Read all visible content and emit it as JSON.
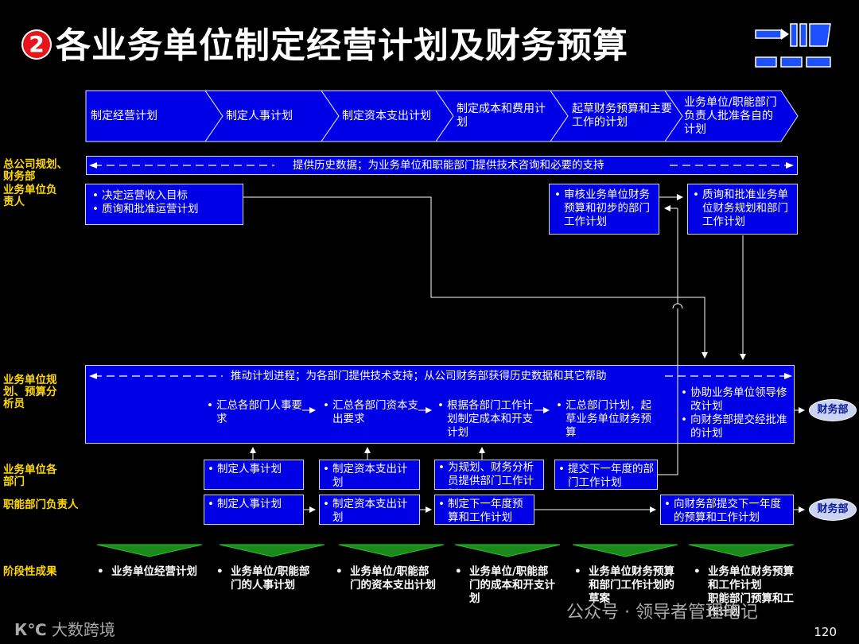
{
  "title": {
    "number": "2",
    "text": "各业务单位制定经营计划及财务预算"
  },
  "phases": [
    "制定经营计划",
    "制定人事计划",
    "制定资本支出计划",
    "制定成本和费用计划",
    "起草财务预算和主要工作的计划",
    "业务单位/职能部门负责人批准各自的计划"
  ],
  "row_labels": {
    "hq": "总公司规划、\n财务部",
    "bu_head": "业务单位负\n责人",
    "analyst": "业务单位规\n划、预算分\n析员",
    "bu_depts": "业务单位各\n部门",
    "func_heads": "职能部门负责人",
    "results": "阶段性成果"
  },
  "hq_banner": "提供历史数据；为业务单位和职能部门提供技术咨询和必要的支持",
  "bu_head_boxes": {
    "left": [
      "决定运营收入目标",
      "质询和批准运营计划"
    ],
    "mid": [
      "审核业务单位财务预算和初步的部门工作计划"
    ],
    "right": [
      "质询和批准业务单位财务规划和部门工作计划"
    ]
  },
  "analyst": {
    "banner": "推动计划进程；为各部门提供技术支持；从公司财务部获得历史数据和其它帮助",
    "steps": [
      "汇总各部门人事要求",
      "汇总各部门资本支出要求",
      "根据各部门工作计划制定成本和开支计划",
      "汇总部门计划，起草业务单位财务预算"
    ],
    "right_items": [
      "协助业务单位领导修改计划",
      "向财务部提交经批准的计划"
    ]
  },
  "bu_depts_boxes": [
    "制定人事计划",
    "制定资本支出计划",
    "为规划、财务分析员提供部门工作计划",
    "提交下一年度的部门工作计划"
  ],
  "func_boxes": [
    "制定人事计划",
    "制定资本支出计划",
    "制定下一年度预算和工作计划",
    "向财务部提交下一年度的预算和工作计划"
  ],
  "oval_label": "财务部",
  "results": [
    "业务单位经营计划",
    "业务单位/职能部门的人事计划",
    "业务单位/职能部门的资本支出计划",
    "业务单位/职能部门的成本和开支计划",
    "业务单位财务预算和部门工作计划的草案",
    "业务单位财务预算和工作计划"
  ],
  "results_extra": "职能部门预算和工作计划",
  "page_number": "120",
  "watermark_left": "大数跨境",
  "watermark_right": "公众号 · 领导者管理笔记",
  "colors": {
    "box_blue": "#0000e6",
    "label_yellow": "#ffd800",
    "title_red": "#e8141b",
    "triangle_green": "#1a8a1a"
  }
}
